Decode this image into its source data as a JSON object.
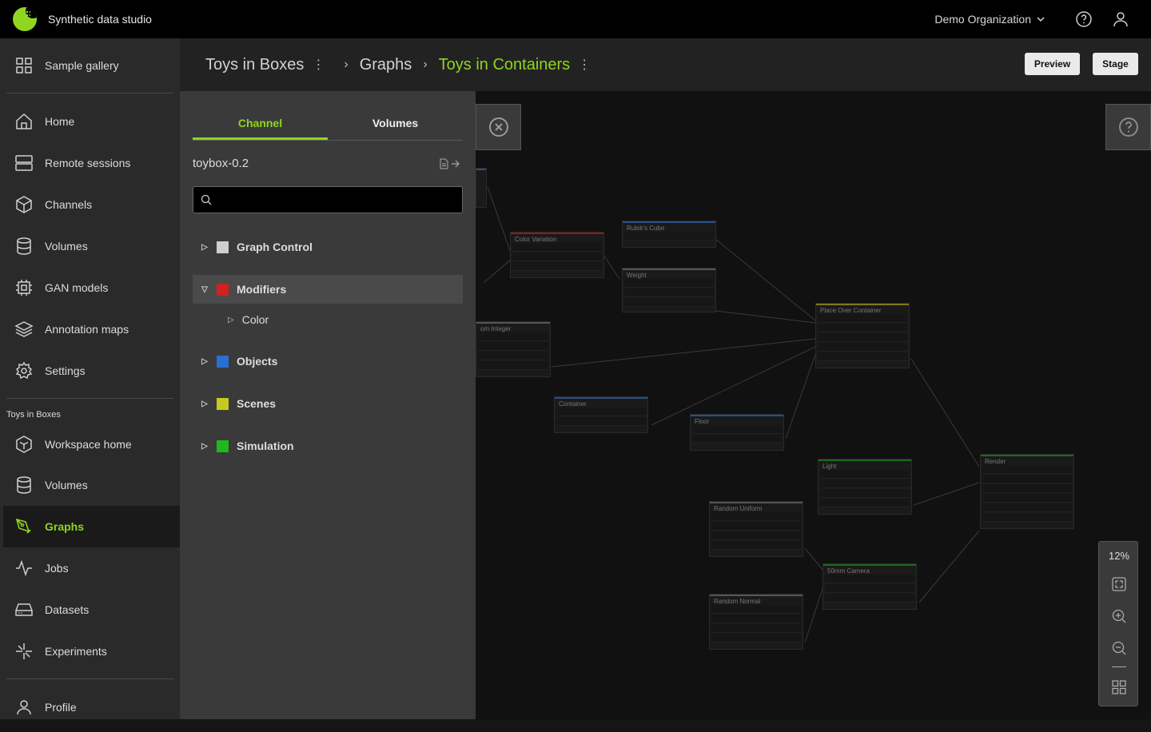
{
  "app": {
    "title": "Synthetic data studio",
    "organization": "Demo Organization"
  },
  "sidebar": {
    "top_items": [
      {
        "label": "Sample gallery"
      }
    ],
    "main_items": [
      {
        "label": "Home"
      },
      {
        "label": "Remote sessions"
      },
      {
        "label": "Channels"
      },
      {
        "label": "Volumes"
      },
      {
        "label": "GAN models"
      },
      {
        "label": "Annotation maps"
      },
      {
        "label": "Settings"
      }
    ],
    "workspace_label": "Toys in Boxes",
    "workspace_items": [
      {
        "label": "Workspace home"
      },
      {
        "label": "Volumes"
      },
      {
        "label": "Graphs"
      },
      {
        "label": "Jobs"
      },
      {
        "label": "Datasets"
      },
      {
        "label": "Experiments"
      }
    ],
    "bottom_items": [
      {
        "label": "Profile"
      }
    ]
  },
  "header": {
    "breadcrumb": [
      "Toys in Boxes",
      "Graphs",
      "Toys in Containers"
    ],
    "preview_label": "Preview",
    "stage_label": "Stage"
  },
  "panel": {
    "tabs": [
      "Channel",
      "Volumes"
    ],
    "channel_name": "toybox-0.2",
    "search_placeholder": "",
    "tree": [
      {
        "label": "Graph Control",
        "color": "#cfcfcf",
        "expanded": false
      },
      {
        "label": "Modifiers",
        "color": "#d32020",
        "expanded": true,
        "children": [
          "Color"
        ]
      },
      {
        "label": "Objects",
        "color": "#2a6fd1",
        "expanded": false
      },
      {
        "label": "Scenes",
        "color": "#c8c820",
        "expanded": false
      },
      {
        "label": "Simulation",
        "color": "#1fb81f",
        "expanded": false
      }
    ]
  },
  "canvas": {
    "zoom_level": "12%",
    "nodes": [
      "Color Variation",
      "Rubik's Cube",
      "Weight",
      "om Integer",
      "Place Over Container",
      "Container",
      "Floor",
      "Light",
      "Render",
      "Random Uniform",
      "50mm Camera",
      "Random Normal"
    ]
  },
  "colors": {
    "accent": "#8ed61f"
  }
}
